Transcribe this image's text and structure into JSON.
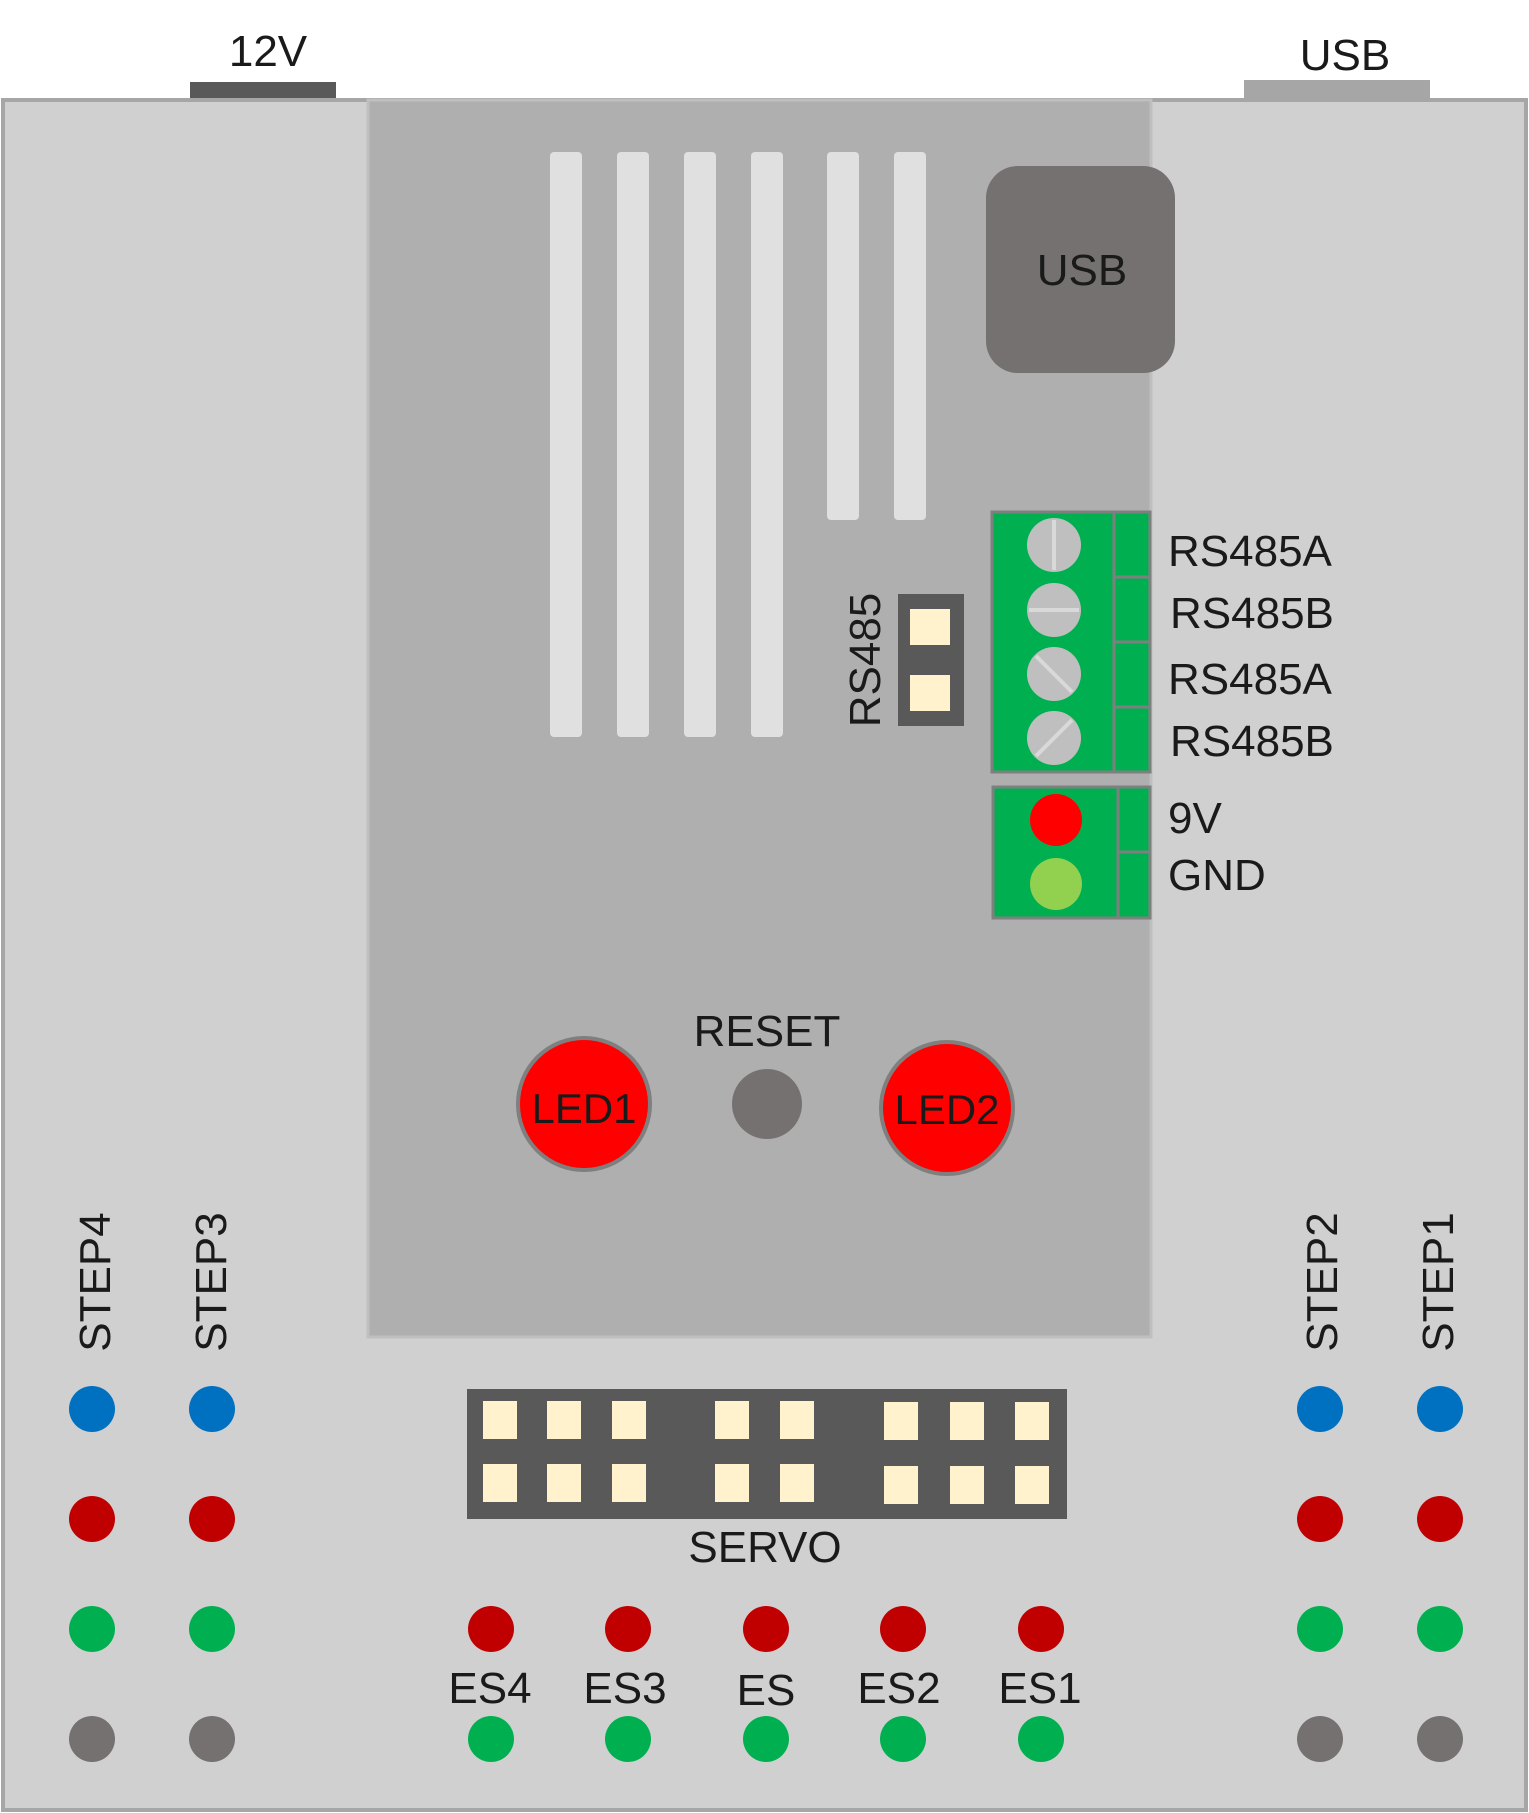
{
  "connectors": {
    "power_label": "12V",
    "usb_label": "USB",
    "usb_chip_label": "USB"
  },
  "rs485": {
    "jumper_label": "RS485",
    "terminal_labels": [
      "RS485A",
      "RS485B",
      "RS485A",
      "RS485B"
    ]
  },
  "power_terminal": {
    "labels": [
      "9V",
      "GND"
    ],
    "pin_colors": [
      "#ff0000",
      "#92d050"
    ]
  },
  "controls": {
    "reset_label": "RESET",
    "led1_label": "LED1",
    "led2_label": "LED2"
  },
  "servo": {
    "label": "SERVO"
  },
  "steppers": {
    "left": [
      "STEP4",
      "STEP3"
    ],
    "right": [
      "STEP2",
      "STEP1"
    ],
    "pin_colors": [
      "#0070c0",
      "#c00000",
      "#00b050",
      "#767171"
    ]
  },
  "endstops": {
    "labels": [
      "ES4",
      "ES3",
      "ES",
      "ES2",
      "ES1"
    ],
    "signal_color": "#c00000",
    "ground_color": "#00b050"
  },
  "colors": {
    "board": "#d0d0d0",
    "module": "#afafaf",
    "terminal_green": "#00b050",
    "led_red": "#ff0000",
    "header_dark": "#595959",
    "pin_cream": "#fff2cc"
  }
}
